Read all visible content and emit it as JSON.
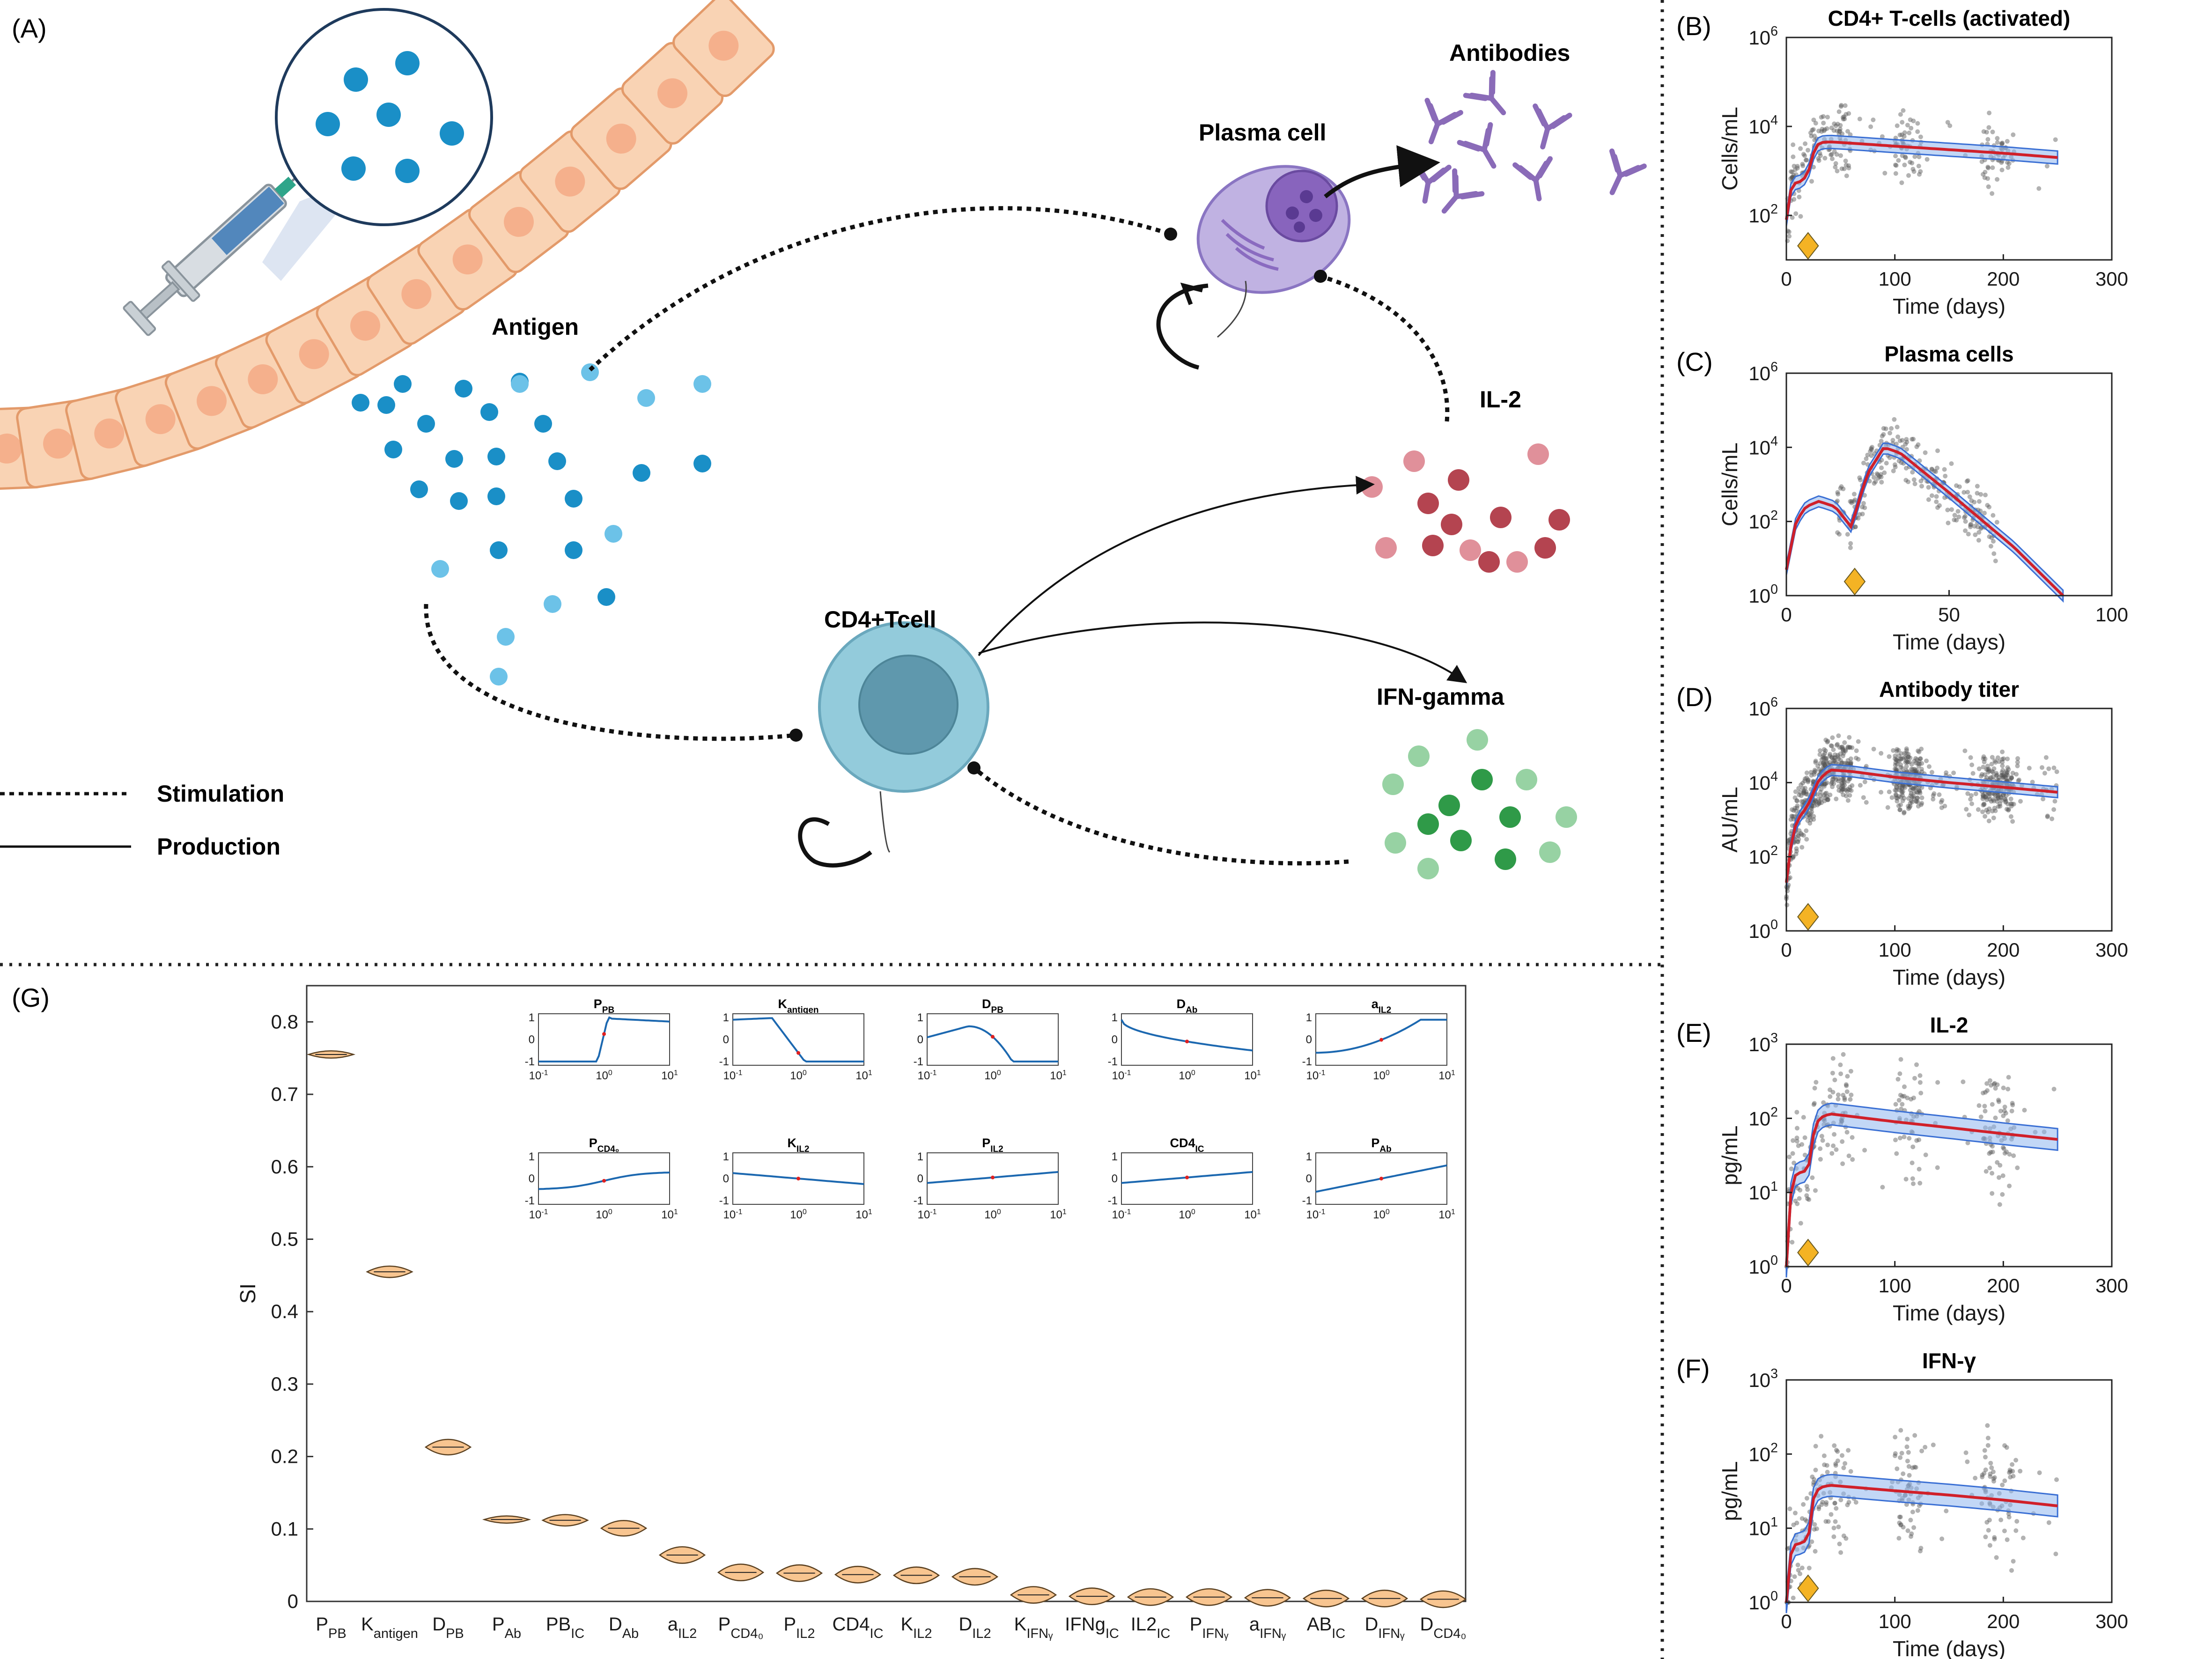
{
  "panel_labels": {
    "A": "(A)",
    "B": "(B)",
    "C": "(C)",
    "D": "(D)",
    "E": "(E)",
    "F": "(F)",
    "G": "(G)"
  },
  "diagram": {
    "antigen": "Antigen",
    "plasma_cell": "Plasma cell",
    "antibodies": "Antibodies",
    "il2": "IL-2",
    "cd4": "CD4+Tcell",
    "ifng": "IFN-gamma",
    "legend_stim": "Stimulation",
    "legend_prod": "Production"
  },
  "colors": {
    "skin_cell": "#f9d3b4",
    "skin_nucleus": "#f5b08c",
    "skin_border": "#e39a6a",
    "antigen": "#1a8fc7",
    "antigen_light": "#6cc2e8",
    "plasma": "#b9a9de",
    "plasma_nucleus": "#8060b8",
    "antibody": "#8a6bb8",
    "il2": "#b44450",
    "il2_light": "#e0909a",
    "ifng": "#2f9a48",
    "ifng_light": "#97d2a3",
    "tcell": "#8ec9d9",
    "tcell_nucleus": "#5fa4bb",
    "model_line": "#d0202a",
    "ci_band": "#8fb7ee",
    "ci_edge": "#3a6fd4",
    "marker": "#f4b324",
    "violin": "#f8c590"
  },
  "ts_panels": [
    {
      "id": "B",
      "title": "CD4+ T-cells (activated)",
      "ylabel": "Cells/mL",
      "xlabel": "Time (days)",
      "yticks": [
        "10^2",
        "10^4",
        "10^6"
      ],
      "xticks": [
        "0",
        "100",
        "200",
        "300"
      ]
    },
    {
      "id": "C",
      "title": "Plasma cells",
      "ylabel": "Cells/mL",
      "xlabel": "Time (days)",
      "yticks": [
        "10^0",
        "10^2",
        "10^4",
        "10^6"
      ],
      "xticks": [
        "0",
        "50",
        "100"
      ]
    },
    {
      "id": "D",
      "title": "Antibody titer",
      "ylabel": "AU/mL",
      "xlabel": "Time (days)",
      "yticks": [
        "10^0",
        "10^2",
        "10^4",
        "10^6"
      ],
      "xticks": [
        "0",
        "100",
        "200",
        "300"
      ]
    },
    {
      "id": "E",
      "title": "IL-2",
      "ylabel": "pg/mL",
      "xlabel": "Time (days)",
      "yticks": [
        "10^0",
        "10^1",
        "10^2",
        "10^3"
      ],
      "xticks": [
        "0",
        "100",
        "200",
        "300"
      ]
    },
    {
      "id": "F",
      "title": "IFN-γ",
      "ylabel": "pg/mL",
      "xlabel": "Time (days)",
      "yticks": [
        "10^0",
        "10^1",
        "10^2",
        "10^3"
      ],
      "xticks": [
        "0",
        "100",
        "200",
        "300"
      ]
    }
  ],
  "chart_data": [
    {
      "type": "line",
      "title": "CD4+ T-cells (activated)",
      "xlabel": "Time (days)",
      "ylabel": "Cells/mL",
      "yscale": "log",
      "xlim": [
        0,
        300
      ],
      "ylim": [
        10,
        1000000
      ],
      "marker_day": 20,
      "x": [
        0,
        5,
        10,
        15,
        20,
        25,
        30,
        40,
        60,
        100,
        150,
        200,
        250
      ],
      "y": [
        80,
        500,
        550,
        600,
        900,
        2500,
        4300,
        4500,
        4200,
        3600,
        3000,
        2500,
        2000
      ]
    },
    {
      "type": "line",
      "title": "Plasma cells",
      "xlabel": "Time (days)",
      "ylabel": "Cells/mL",
      "yscale": "log",
      "xlim": [
        0,
        100
      ],
      "ylim": [
        1,
        1000000
      ],
      "marker_day": 21,
      "x": [
        0,
        3,
        6,
        10,
        15,
        20,
        22,
        25,
        30,
        35,
        50,
        70,
        85
      ],
      "y": [
        5,
        100,
        250,
        350,
        250,
        70,
        300,
        2000,
        10000,
        7000,
        600,
        20,
        1
      ]
    },
    {
      "type": "line",
      "title": "Antibody titer",
      "xlabel": "Time (days)",
      "ylabel": "AU/mL",
      "yscale": "log",
      "xlim": [
        0,
        300
      ],
      "ylim": [
        1,
        1000000
      ],
      "marker_day": 20,
      "x": [
        0,
        5,
        10,
        15,
        20,
        30,
        40,
        60,
        100,
        150,
        200,
        250
      ],
      "y": [
        20,
        300,
        1000,
        1500,
        2500,
        12000,
        22000,
        20000,
        14000,
        10000,
        7500,
        5500
      ]
    },
    {
      "type": "line",
      "title": "IL-2",
      "xlabel": "Time (days)",
      "ylabel": "pg/mL",
      "yscale": "log",
      "xlim": [
        0,
        300
      ],
      "ylim": [
        1,
        1000
      ],
      "marker_day": 20,
      "x": [
        0,
        5,
        10,
        20,
        25,
        30,
        40,
        100,
        150,
        200,
        250
      ],
      "y": [
        1,
        15,
        18,
        20,
        60,
        100,
        115,
        90,
        75,
        62,
        52
      ]
    },
    {
      "type": "line",
      "title": "IFN-γ",
      "xlabel": "Time (days)",
      "ylabel": "pg/mL",
      "yscale": "log",
      "xlim": [
        0,
        300
      ],
      "ylim": [
        1,
        1000
      ],
      "marker_day": 20,
      "x": [
        0,
        5,
        10,
        20,
        25,
        30,
        40,
        100,
        150,
        200,
        250
      ],
      "y": [
        1,
        6,
        6,
        7,
        25,
        35,
        38,
        32,
        28,
        24,
        20
      ]
    },
    {
      "type": "bar",
      "title": "",
      "xlabel": "",
      "ylabel": "SI",
      "ylim": [
        0,
        0.85
      ],
      "categories": [
        "P_PB",
        "K_antigen",
        "D_PB",
        "P_Ab",
        "PB_IC",
        "D_Ab",
        "a_IL2",
        "P_CD4_0",
        "P_IL2",
        "CD4_IC",
        "K_IL2",
        "D_IL2",
        "K_IFN_γ",
        "IFNg_IC",
        "IL2_IC",
        "P_IFN_γ",
        "a_IFN_γ",
        "AB_IC",
        "D_IFN_γ",
        "D_CD4_0"
      ],
      "values": [
        0.755,
        0.455,
        0.213,
        0.113,
        0.112,
        0.101,
        0.064,
        0.04,
        0.039,
        0.037,
        0.036,
        0.034,
        0.009,
        0.007,
        0.006,
        0.006,
        0.005,
        0.004,
        0.004,
        0.003
      ],
      "yticks": [
        "0",
        "0.1",
        "0.2",
        "0.3",
        "0.4",
        "0.5",
        "0.6",
        "0.7",
        "0.8"
      ]
    }
  ],
  "insets": [
    {
      "main": "P",
      "sub": "PB",
      "kind": "rise_sharp"
    },
    {
      "main": "K",
      "sub": "antigen",
      "kind": "fall_sharp"
    },
    {
      "main": "D",
      "sub": "PB",
      "kind": "hump"
    },
    {
      "main": "D",
      "sub": "Ab",
      "kind": "decay"
    },
    {
      "main": "a",
      "sub": "IL2",
      "kind": "rise_late"
    },
    {
      "main": "P",
      "sub": "CD4₀",
      "kind": "rise_soft"
    },
    {
      "main": "K",
      "sub": "IL2",
      "kind": "fall_soft"
    },
    {
      "main": "P",
      "sub": "IL2",
      "kind": "rise_linear_soft"
    },
    {
      "main": "CD4",
      "sub": "IC",
      "kind": "rise_linear_soft"
    },
    {
      "main": "P",
      "sub": "Ab",
      "kind": "rise_linear"
    }
  ],
  "inset_ticks": {
    "y": [
      "1",
      "0",
      "-1"
    ],
    "x": [
      "10",
      "10",
      "10"
    ],
    "xexp": [
      "-1",
      "0",
      "1"
    ]
  },
  "xcat_labels": [
    {
      "m": "P",
      "s": "PB"
    },
    {
      "m": "K",
      "s": "antigen"
    },
    {
      "m": "D",
      "s": "PB"
    },
    {
      "m": "P",
      "s": "Ab"
    },
    {
      "m": "PB",
      "s": "IC"
    },
    {
      "m": "D",
      "s": "Ab"
    },
    {
      "m": "a",
      "s": "IL2"
    },
    {
      "m": "P",
      "s": "CD4₀"
    },
    {
      "m": "P",
      "s": "IL2"
    },
    {
      "m": "CD4",
      "s": "IC"
    },
    {
      "m": "K",
      "s": "IL2"
    },
    {
      "m": "D",
      "s": "IL2"
    },
    {
      "m": "K",
      "s": "IFNᵧ"
    },
    {
      "m": "IFNg",
      "s": "IC"
    },
    {
      "m": "IL2",
      "s": "IC"
    },
    {
      "m": "P",
      "s": "IFNᵧ"
    },
    {
      "m": "a",
      "s": "IFNᵧ"
    },
    {
      "m": "AB",
      "s": "IC"
    },
    {
      "m": "D",
      "s": "IFNᵧ"
    },
    {
      "m": "D",
      "s": "CD4₀"
    }
  ]
}
